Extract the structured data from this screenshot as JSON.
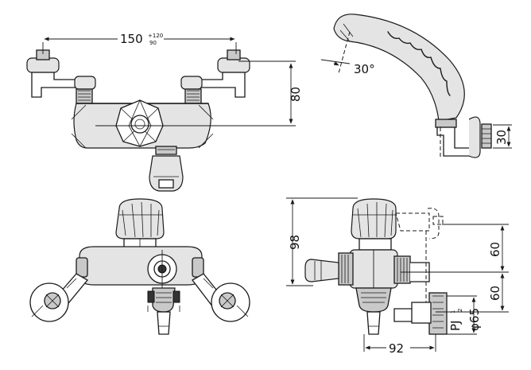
{
  "dimensions": {
    "top_width": "150",
    "top_width_tol_upper": "+120",
    "top_width_tol_lower": "90",
    "top_height": "80",
    "handle_angle": "30°",
    "wall_depth": "30",
    "side_height": "98",
    "side_upper": "60",
    "side_lower": "60",
    "thread_label": "PJ",
    "thread_fraction_num": "1",
    "thread_fraction_den": "2",
    "diameter": "φ65",
    "side_depth": "92"
  }
}
